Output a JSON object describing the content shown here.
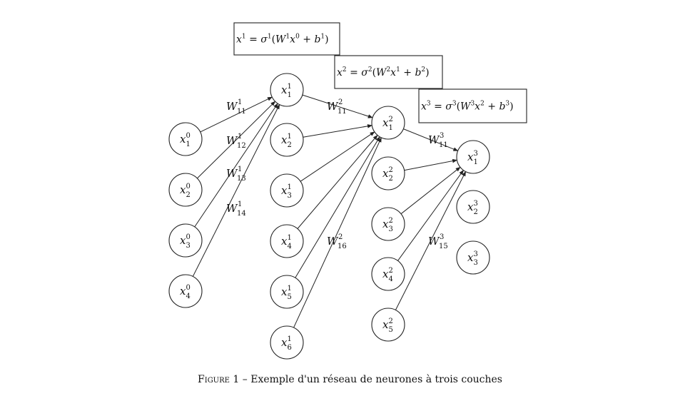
{
  "caption": {
    "figure_label": "Figure 1",
    "separator": "–",
    "text": "Exemple d'un réseau de neurones à trois couches"
  },
  "equations": [
    {
      "id": "eq1",
      "lhs": "x",
      "lhs_sup": "1",
      "eq": " = ",
      "sigma": "σ",
      "sigma_sup": "1",
      "w": "W",
      "w_sup": "1",
      "x": "x",
      "x_sup": "0",
      "plus": " + ",
      "b": "b",
      "b_sup": "1"
    },
    {
      "id": "eq2",
      "lhs": "x",
      "lhs_sup": "2",
      "eq": " = ",
      "sigma": "σ",
      "sigma_sup": "2",
      "w": "W",
      "w_sup": "2",
      "x": "x",
      "x_sup": "1",
      "plus": " + ",
      "b": "b",
      "b_sup": "2"
    },
    {
      "id": "eq3",
      "lhs": "x",
      "lhs_sup": "3",
      "eq": " = ",
      "sigma": "σ",
      "sigma_sup": "3",
      "w": "W",
      "w_sup": "3",
      "x": "x",
      "x_sup": "2",
      "plus": " + ",
      "b": "b",
      "b_sup": "3"
    }
  ],
  "layers": [
    {
      "layer": "0",
      "nodes": [
        {
          "sub": "1"
        },
        {
          "sub": "2"
        },
        {
          "sub": "3"
        },
        {
          "sub": "4"
        }
      ]
    },
    {
      "layer": "1",
      "nodes": [
        {
          "sub": "1"
        },
        {
          "sub": "2"
        },
        {
          "sub": "3"
        },
        {
          "sub": "4"
        },
        {
          "sub": "5"
        },
        {
          "sub": "6"
        }
      ]
    },
    {
      "layer": "2",
      "nodes": [
        {
          "sub": "1"
        },
        {
          "sub": "2"
        },
        {
          "sub": "3"
        },
        {
          "sub": "4"
        },
        {
          "sub": "5"
        }
      ]
    },
    {
      "layer": "3",
      "nodes": [
        {
          "sub": "1"
        },
        {
          "sub": "2"
        },
        {
          "sub": "3"
        }
      ]
    }
  ],
  "edges": [
    {
      "from_layer": 0,
      "from": 1,
      "to_layer": 1,
      "to": 1
    },
    {
      "from_layer": 0,
      "from": 2,
      "to_layer": 1,
      "to": 1
    },
    {
      "from_layer": 0,
      "from": 3,
      "to_layer": 1,
      "to": 1
    },
    {
      "from_layer": 0,
      "from": 4,
      "to_layer": 1,
      "to": 1
    },
    {
      "from_layer": 1,
      "from": 1,
      "to_layer": 2,
      "to": 1
    },
    {
      "from_layer": 1,
      "from": 2,
      "to_layer": 2,
      "to": 1
    },
    {
      "from_layer": 1,
      "from": 3,
      "to_layer": 2,
      "to": 1
    },
    {
      "from_layer": 1,
      "from": 4,
      "to_layer": 2,
      "to": 1
    },
    {
      "from_layer": 1,
      "from": 5,
      "to_layer": 2,
      "to": 1
    },
    {
      "from_layer": 1,
      "from": 6,
      "to_layer": 2,
      "to": 1
    },
    {
      "from_layer": 2,
      "from": 1,
      "to_layer": 3,
      "to": 1
    },
    {
      "from_layer": 2,
      "from": 2,
      "to_layer": 3,
      "to": 1
    },
    {
      "from_layer": 2,
      "from": 3,
      "to_layer": 3,
      "to": 1
    },
    {
      "from_layer": 2,
      "from": 4,
      "to_layer": 3,
      "to": 1
    },
    {
      "from_layer": 2,
      "from": 5,
      "to_layer": 3,
      "to": 1
    }
  ],
  "weight_labels": [
    {
      "id": "w1-11",
      "base": "W",
      "sup": "1",
      "sub": "11"
    },
    {
      "id": "w1-12",
      "base": "W",
      "sup": "1",
      "sub": "12"
    },
    {
      "id": "w1-13",
      "base": "W",
      "sup": "1",
      "sub": "13"
    },
    {
      "id": "w1-14",
      "base": "W",
      "sup": "1",
      "sub": "14"
    },
    {
      "id": "w2-11",
      "base": "W",
      "sup": "2",
      "sub": "11"
    },
    {
      "id": "w2-16",
      "base": "W",
      "sup": "2",
      "sub": "16"
    },
    {
      "id": "w3-11",
      "base": "W",
      "sup": "3",
      "sub": "11"
    },
    {
      "id": "w3-15",
      "base": "W",
      "sup": "3",
      "sub": "15"
    }
  ]
}
